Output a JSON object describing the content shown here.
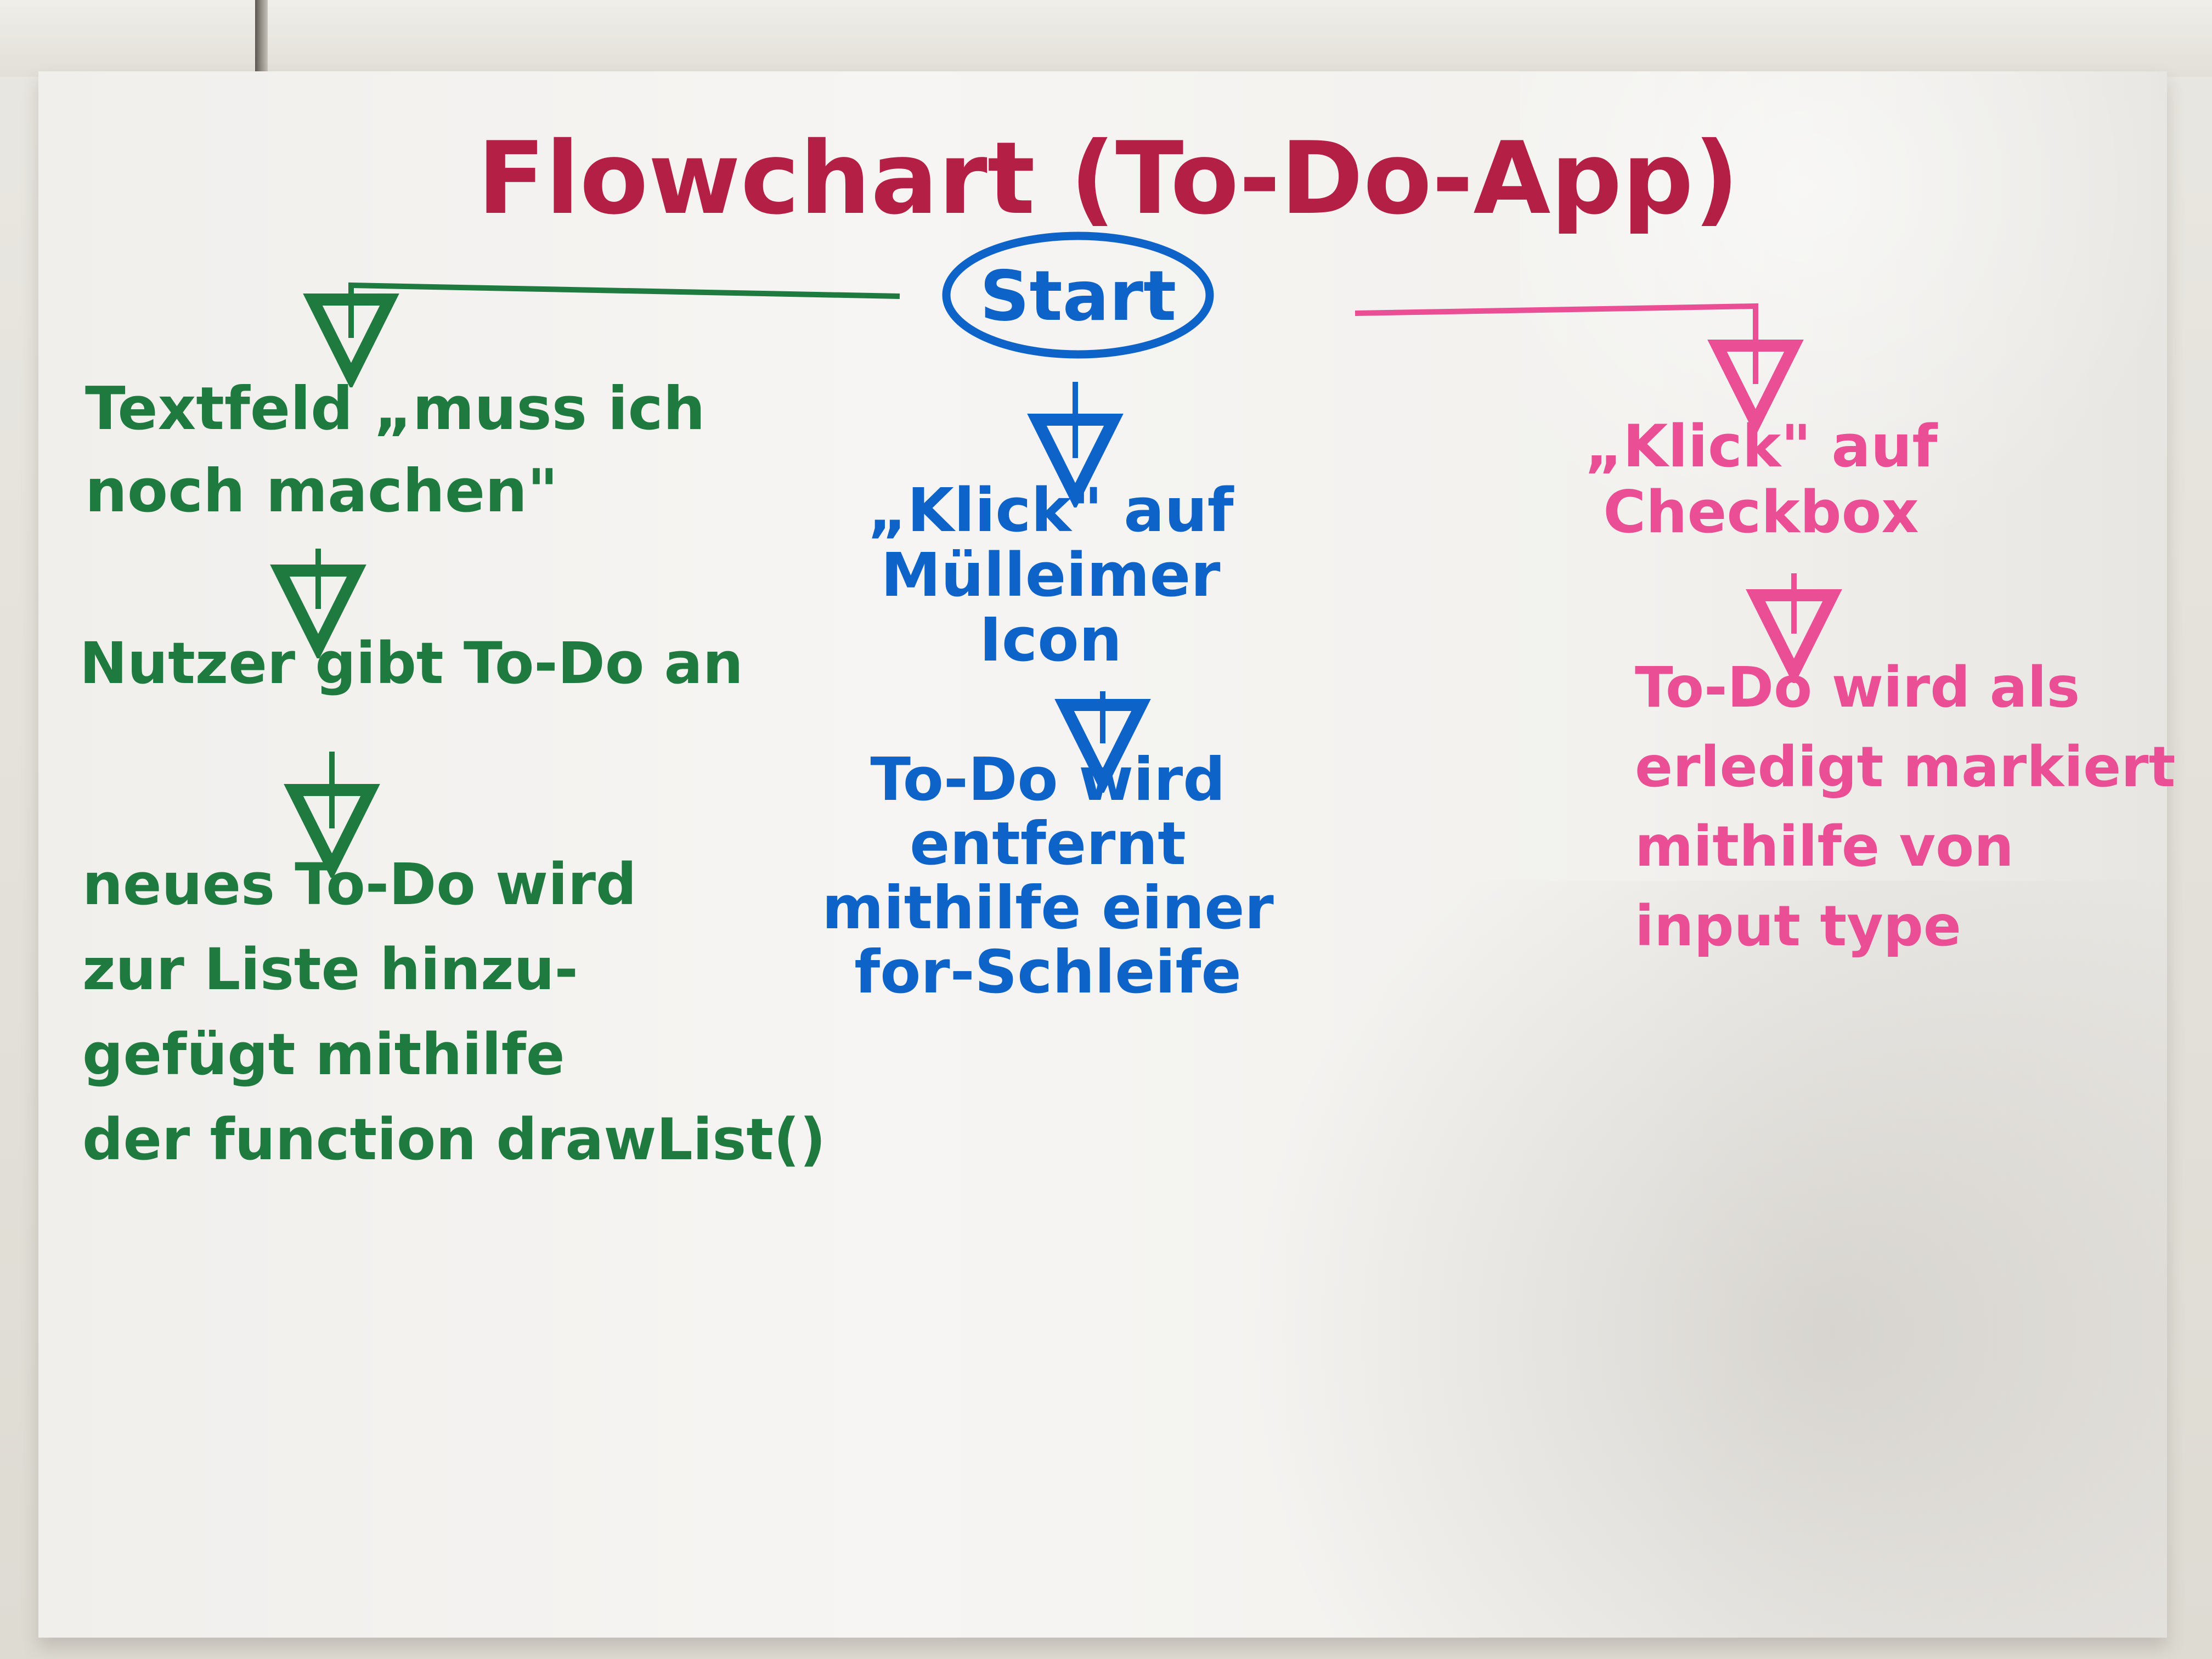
{
  "title": {
    "text": "Flowchart (To-Do-App)",
    "color": "#b31f45"
  },
  "start": {
    "label": "Start",
    "color": "#0d63c8"
  },
  "branches": [
    {
      "id": "textfield",
      "color": "#1f7a3f",
      "steps": [
        {
          "lines": [
            "Textfeld „muss ich",
            "noch machen\""
          ]
        },
        {
          "lines": [
            "Nutzer gibt To-Do an"
          ]
        },
        {
          "lines": [
            "neues To-Do wird",
            "zur Liste hinzu-",
            "gefügt mithilfe",
            "der function drawList()"
          ]
        }
      ]
    },
    {
      "id": "trash",
      "color": "#0d63c8",
      "steps": [
        {
          "lines": [
            "„Klick\" auf",
            "Mülleimer",
            "Icon"
          ]
        },
        {
          "lines": [
            "To-Do wird",
            "entfernt",
            "mithilfe einer",
            "for-Schleife"
          ]
        }
      ]
    },
    {
      "id": "checkbox",
      "color": "#ea4f95",
      "steps": [
        {
          "lines": [
            "„Klick\" auf",
            "Checkbox"
          ]
        },
        {
          "lines": [
            "To-Do wird als",
            "erledigt markiert",
            "mithilfe von",
            "input type"
          ]
        }
      ]
    }
  ],
  "colors": {
    "paper": "#f4f3f1",
    "board": "#ddd9d2"
  }
}
